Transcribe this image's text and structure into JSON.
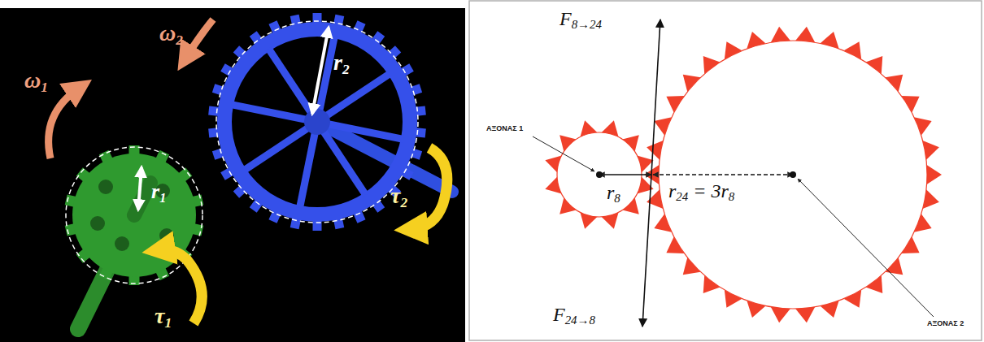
{
  "diagram": {
    "labels": [
      "ω1",
      "ω2",
      "r1",
      "r2",
      "τ1",
      "τ2",
      "F8→24",
      "F24→8",
      "ΑΞΟΝΑΣ 1",
      "ΑΞΟΝΑΣ 2",
      "r8",
      "r24 = 3r8"
    ]
  }
}
